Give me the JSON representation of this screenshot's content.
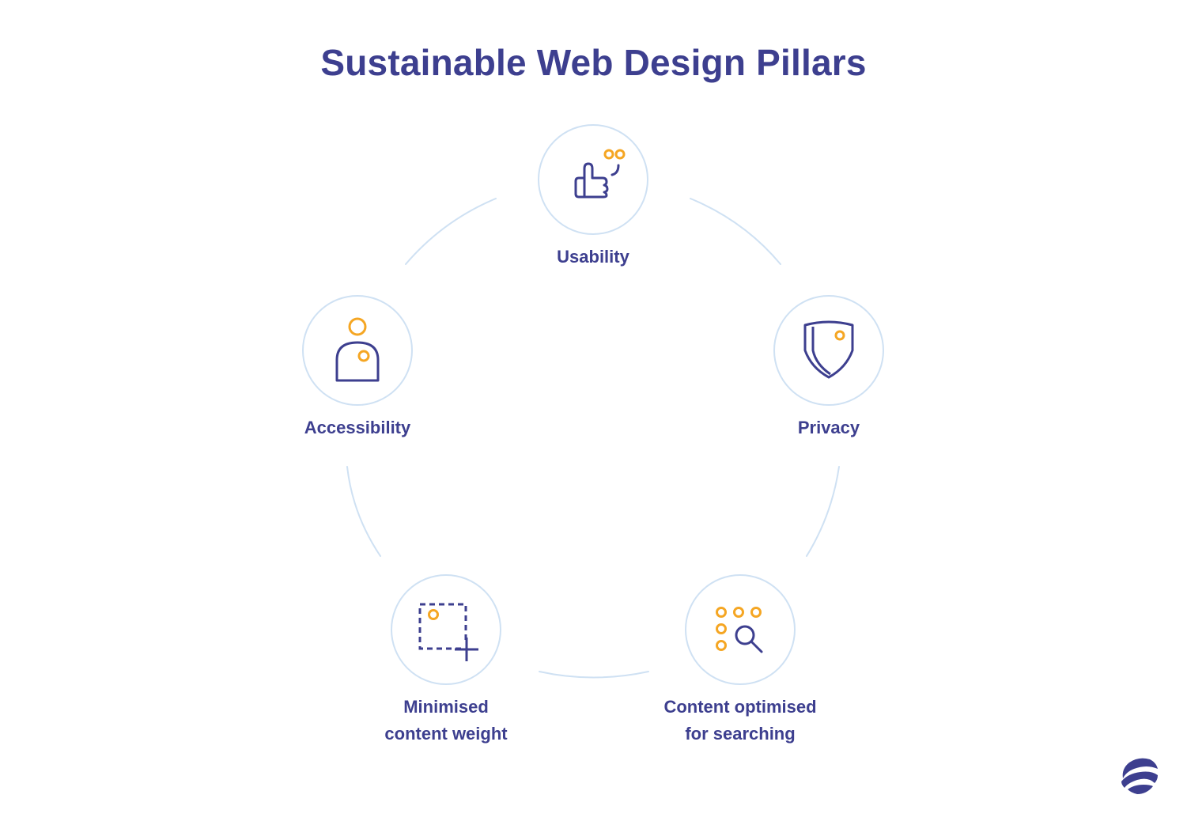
{
  "title": "Sustainable Web Design Pillars",
  "colors": {
    "primary": "#3d3f8f",
    "accent": "#f5a623",
    "ring": "#cfe1f3"
  },
  "pillars": [
    {
      "label": "Usability",
      "icon": "thumbs-up-icon"
    },
    {
      "label": "Privacy",
      "icon": "shield-icon"
    },
    {
      "label_line1": "Content optimised",
      "label_line2": "for searching",
      "icon": "search-grid-icon"
    },
    {
      "label_line1": "Minimised",
      "label_line2": "content weight",
      "icon": "dashed-square-plus-icon"
    },
    {
      "label": "Accessibility",
      "icon": "person-icon"
    }
  ],
  "logo": {
    "icon": "globe-logo-icon"
  }
}
